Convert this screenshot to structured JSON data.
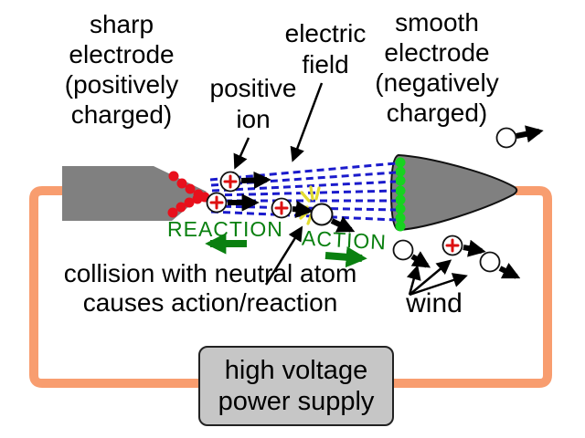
{
  "diagram": {
    "title_hint": "ionic wind / action-reaction between charged electrodes",
    "labels": {
      "sharp_electrode": "sharp\nelectrode\n(positively\ncharged)",
      "electric_field": "electric\nfield",
      "positive_ion": "positive\nion",
      "smooth_electrode": "smooth\nelectrode\n(negatively\ncharged)",
      "reaction": "REACTION",
      "action": "ACTION",
      "collision": "collision with neutral atom\ncauses action/reaction",
      "wind": "wind",
      "power_supply": "high voltage\npower supply"
    },
    "colors": {
      "background": "#ffffff",
      "text": "#000000",
      "green_label": "#0a8010",
      "wire": "#f89d6f",
      "electrode_fill": "#808080",
      "electrode_outline": "#111111",
      "field_line_blue": "#1a1acc",
      "positive_charge_red": "#e8101c",
      "negative_charge_green": "#16d31f",
      "ion_plus_red": "#dd1111",
      "starburst_yellow": "#e3dd30",
      "power_supply_fill": "#c6c6c6",
      "arrow_black": "#000000"
    },
    "symbols": {
      "positive_ion_symbol": "circle with red plus",
      "neutral_atom_symbol": "empty white circle",
      "collision_symbol": "yellow starburst",
      "motion_symbol": "thick black arrow"
    },
    "counts": {
      "field_lines": 7,
      "positive_charge_dots": 9,
      "negative_charge_dots": 8,
      "positive_ions_in_gap": 3,
      "wind_particles": 4
    }
  }
}
